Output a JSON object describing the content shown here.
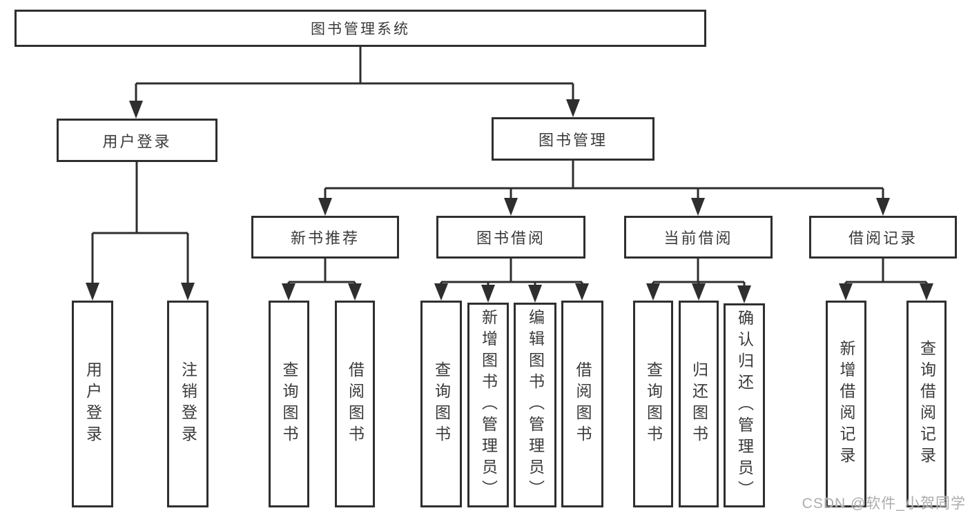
{
  "diagram": {
    "type": "hierarchy-tree",
    "root": {
      "label": "图书管理系统",
      "children": [
        {
          "label": "用户登录",
          "children": [
            {
              "label": "用户登录"
            },
            {
              "label": "注销登录"
            }
          ]
        },
        {
          "label": "图书管理",
          "children": [
            {
              "label": "新书推荐",
              "children": [
                {
                  "label": "查询图书"
                },
                {
                  "label": "借阅图书"
                }
              ]
            },
            {
              "label": "图书借阅",
              "children": [
                {
                  "label": "查询图书"
                },
                {
                  "label": "新增图书（管理员）"
                },
                {
                  "label": "编辑图书（管理员）"
                },
                {
                  "label": "借阅图书"
                }
              ]
            },
            {
              "label": "当前借阅",
              "children": [
                {
                  "label": "查询图书"
                },
                {
                  "label": "归还图书"
                },
                {
                  "label": "确认归还（管理员）"
                }
              ]
            },
            {
              "label": "借阅记录",
              "children": [
                {
                  "label": "新增借阅记录"
                },
                {
                  "label": "查询借阅记录"
                }
              ]
            }
          ]
        }
      ]
    },
    "watermark": "CSDN @软件_小贺同学",
    "colors": {
      "background": "#ffffff",
      "line": "#2e2e2e",
      "box_border": "#2e2e2e",
      "text": "#3a3a3a",
      "watermark": "#acacac"
    }
  }
}
